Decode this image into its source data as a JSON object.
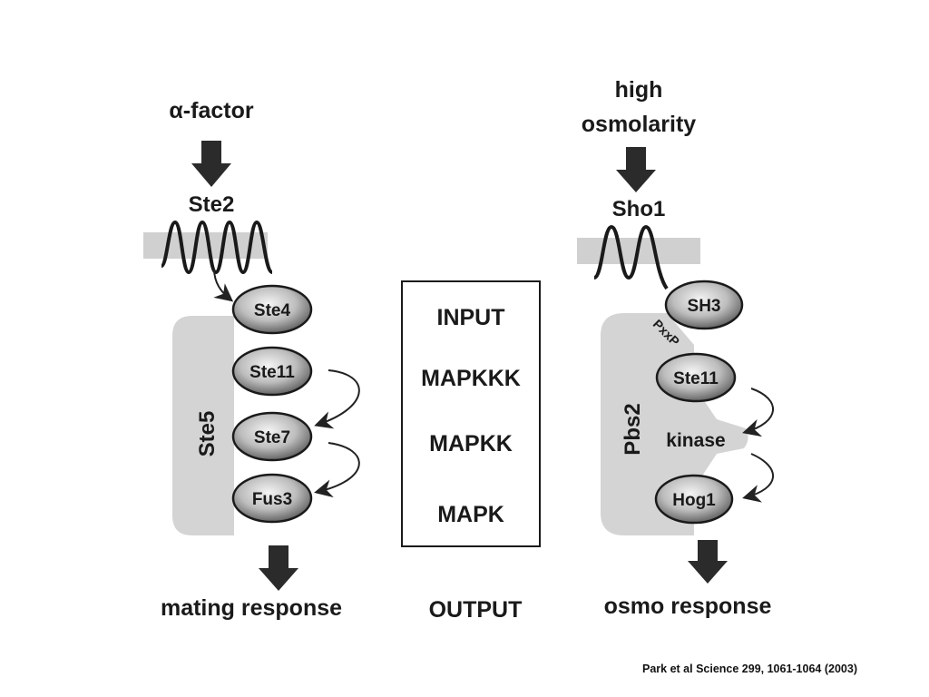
{
  "left_pathway": {
    "stimulus": "α-factor",
    "receptor": "Ste2",
    "scaffold": "Ste5",
    "nodes": [
      "Ste4",
      "Ste11",
      "Ste7",
      "Fus3"
    ],
    "output": "mating response"
  },
  "legend_box": {
    "rows": [
      "INPUT",
      "MAPKKK",
      "MAPKK",
      "MAPK"
    ],
    "output": "OUTPUT"
  },
  "right_pathway": {
    "stimulus_line1": "high",
    "stimulus_line2": "osmolarity",
    "receptor": "Sho1",
    "scaffold": "Pbs2",
    "motif": "PxxP",
    "nodes": [
      "SH3",
      "Ste11",
      "Hog1"
    ],
    "kinase_label": "kinase",
    "output": "osmo response"
  },
  "citation": "Park et al Science 299, 1061-1064 (2003)",
  "colors": {
    "membrane": "#d0d0d0",
    "scaffold": "#d4d4d4",
    "node_dark": "#5e5e5e",
    "node_light": "#f2f2f2",
    "arrow": "#2b2b2b"
  }
}
